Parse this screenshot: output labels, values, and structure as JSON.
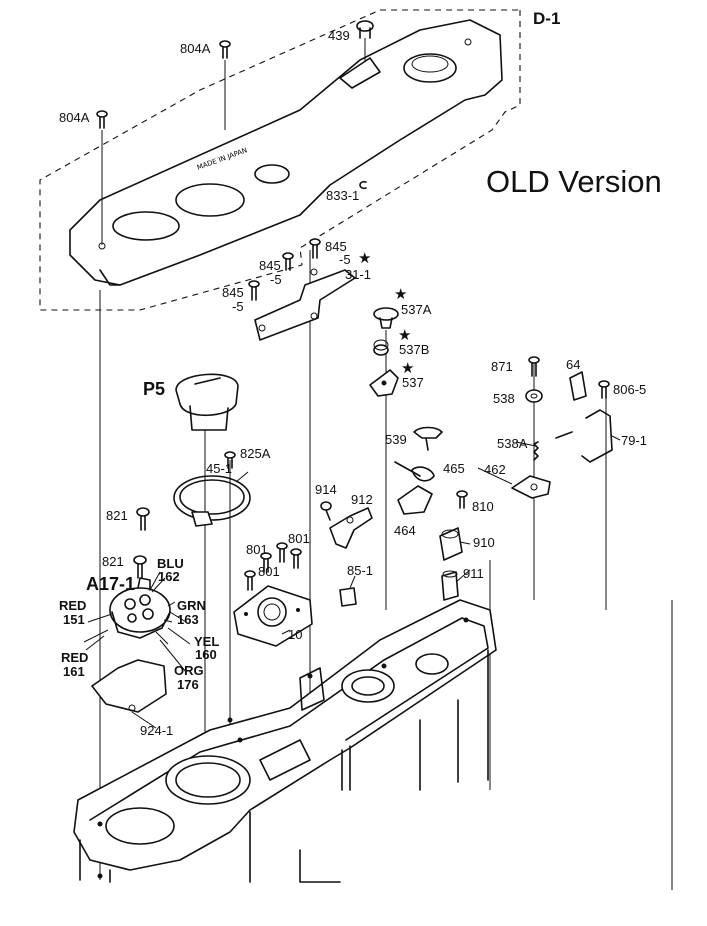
{
  "title": "OLD Version",
  "assembly_label": "D-1",
  "labels": {
    "p439": "439",
    "p804a_top": "804A",
    "p804a_left": "804A",
    "p833": "833-1",
    "p845_a": "845",
    "p845_a2": "-5",
    "p845_b": "845",
    "p845_b2": "-5",
    "p845_c": "845",
    "p845_c2": "-5",
    "p31": "31-1",
    "p537a": "537A",
    "p537b": "537B",
    "p537": "537",
    "p871": "871",
    "p64": "64",
    "p806": "806-5",
    "p538": "538",
    "p538a": "538A",
    "p79": "79-1",
    "p462": "462",
    "p5": "P5",
    "p825a": "825A",
    "p45": "45-1",
    "p539": "539",
    "p465": "465",
    "p914": "914",
    "p912": "912",
    "p810": "810",
    "p464": "464",
    "p910": "910",
    "p821_a": "821",
    "p821_b": "821",
    "p801_a": "801",
    "p801_b": "801",
    "p801_c": "801",
    "p85": "85-1",
    "p911": "911",
    "p10": "10",
    "p17": "A17-1",
    "blu": "BLU",
    "blu_n": "162",
    "grn": "GRN",
    "grn_n": "163",
    "red1": "RED",
    "red1_n": "151",
    "yel": "YEL",
    "yel_n": "160",
    "red2": "RED",
    "red2_n": "161",
    "org": "ORG",
    "org_n": "176",
    "p924": "924-1"
  },
  "star_glyph": "★"
}
